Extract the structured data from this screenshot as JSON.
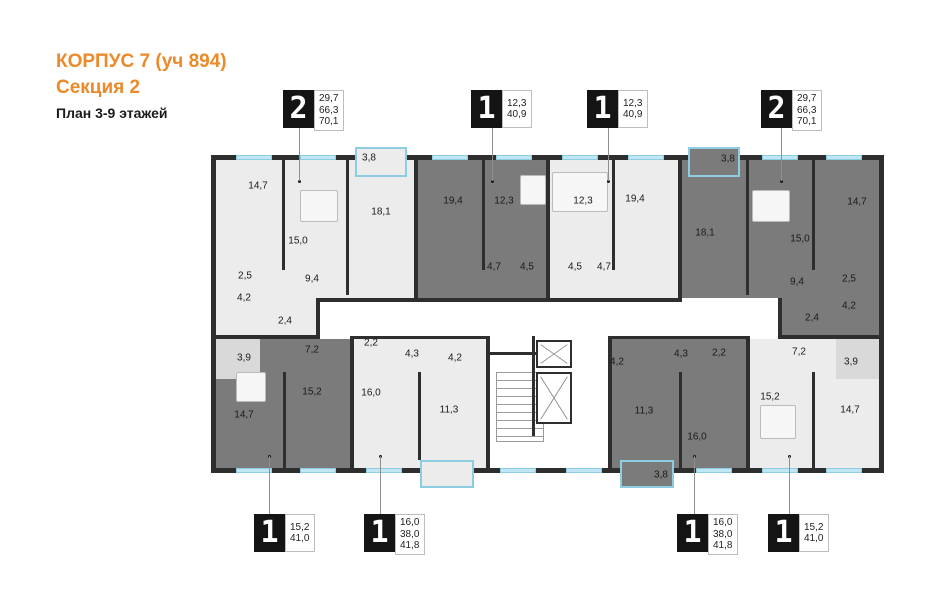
{
  "header": {
    "title": "КОРПУС 7 (уч 894)",
    "section": "Секция 2",
    "plan_floors": "План 3-9 этажей"
  },
  "colors": {
    "title_orange": "#ec8a2a",
    "wall": "#2e2e2e",
    "apartment_light": "#ececec",
    "apartment_dark": "#7b7b7b",
    "window_blue": "#bfe6f2",
    "tag_black": "#141414"
  },
  "apartment_tags": [
    {
      "id": "top-1",
      "rooms": "2",
      "values": [
        "29,7",
        "66,3",
        "70,1"
      ]
    },
    {
      "id": "top-2",
      "rooms": "1",
      "values": [
        "12,3",
        "40,9"
      ]
    },
    {
      "id": "top-3",
      "rooms": "1",
      "values": [
        "12,3",
        "40,9"
      ]
    },
    {
      "id": "top-4",
      "rooms": "2",
      "values": [
        "29,7",
        "66,3",
        "70,1"
      ]
    },
    {
      "id": "bottom-1",
      "rooms": "1",
      "values": [
        "15,2",
        "41,0"
      ]
    },
    {
      "id": "bottom-2",
      "rooms": "1",
      "values": [
        "16,0",
        "38,0",
        "41,8"
      ]
    },
    {
      "id": "bottom-3",
      "rooms": "1",
      "values": [
        "16,0",
        "38,0",
        "41,8"
      ]
    },
    {
      "id": "bottom-4",
      "rooms": "1",
      "values": [
        "15,2",
        "41,0"
      ]
    }
  ],
  "room_areas": {
    "a1": {
      "bed1": "14,7",
      "bed2": "15,0",
      "living": "18,1",
      "balcony": "3,8",
      "hall": "9,4",
      "wc": "2,5",
      "bath": "4,2",
      "storage": "2,4"
    },
    "a2": {
      "living": "19,4",
      "bed": "12,3",
      "hall": "4,7",
      "bath": "4,5"
    },
    "a3": {
      "bed": "12,3",
      "living": "19,4",
      "bath": "4,5",
      "hall": "4,7"
    },
    "a4": {
      "balcony": "3,8",
      "living": "18,1",
      "bed2": "15,0",
      "bed1": "14,7",
      "hall": "9,4",
      "wc": "2,5",
      "bath": "4,2",
      "storage": "2,4"
    },
    "b1": {
      "bath": "3,9",
      "hall": "7,2",
      "kitchen": "14,7",
      "bed": "15,2"
    },
    "b2": {
      "storage": "2,2",
      "hall": "4,3",
      "bath": "4,2",
      "living": "16,0",
      "kitchen": "11,3"
    },
    "b3": {
      "bath": "4,2",
      "hall": "4,3",
      "storage": "2,2",
      "kitchen": "11,3",
      "living": "16,0",
      "balcony": "3,8"
    },
    "b4": {
      "hall": "7,2",
      "bath": "3,9",
      "bed": "15,2",
      "kitchen": "14,7"
    }
  }
}
